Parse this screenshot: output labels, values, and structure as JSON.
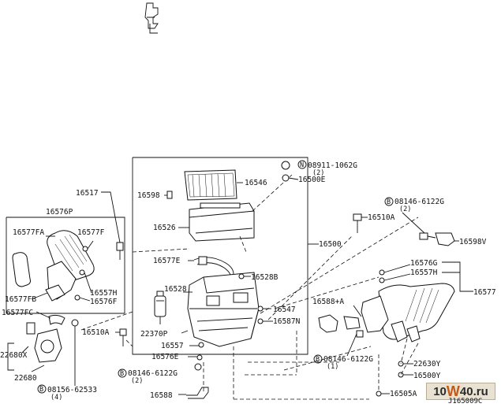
{
  "parts": {
    "p16546": "16546",
    "p16598": "16598",
    "p16526": "16526",
    "p16577E": "16577E",
    "p16528": "16528",
    "p22370P": "22370P",
    "p16557": "16557",
    "p16576E": "16576E",
    "p16528B": "16528B",
    "p16547": "16547",
    "p16587N": "16587N",
    "p16500": "16500",
    "p16500E": "16500E",
    "p16517": "16517",
    "p16576P": "16576P",
    "p16577FA": "16577FA",
    "p16577F": "16577F",
    "p16557H_left": "16557H",
    "p16576F": "16576F",
    "p16577FB": "16577FB",
    "p16577FC": "16577FC",
    "p16510A_left": "16510A",
    "p22680X": "22680X",
    "p22680": "22680",
    "p16588": "16588",
    "p16510A_right": "16510A",
    "p16598V": "16598V",
    "p16576G": "16576G",
    "p16557H_right": "16557H",
    "p16577": "16577",
    "p16588A": "16588+A",
    "p22630Y": "22630Y",
    "p16500Y": "16500Y",
    "p16505A": "16505A"
  },
  "bolts": {
    "n08911": {
      "symbol": "N",
      "code": "08911-1062G",
      "qty": "(2)"
    },
    "b08146_top": {
      "symbol": "B",
      "code": "08146-6122G",
      "qty": "(2)"
    },
    "b08146_mid": {
      "symbol": "B",
      "code": "08146-6122G",
      "qty": "(2)"
    },
    "b08146_right": {
      "symbol": "B",
      "code": "08146-6122G",
      "qty": "(1)"
    },
    "b08156": {
      "symbol": "B",
      "code": "08156-62533",
      "qty": "(4)"
    }
  },
  "watermark": {
    "prefix": "10",
    "mid": "W",
    "suffix": "40",
    "tld": ".ru"
  },
  "diagram_code": "J165009C"
}
